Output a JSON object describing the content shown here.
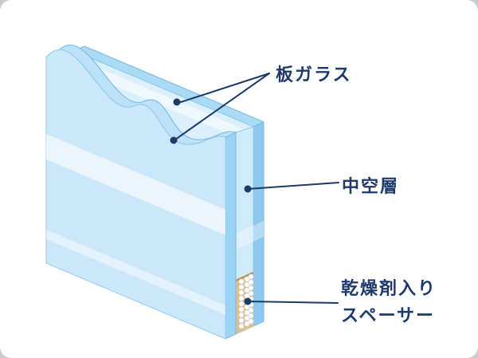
{
  "labels": {
    "glass": "板ガラス",
    "air_layer": "中空層",
    "spacer_line1": "乾燥剤入り",
    "spacer_line2": "スペーサー"
  },
  "colors": {
    "label_text": "#1d3a6b",
    "pointer": "#1d3a6b",
    "card": "#ffffff",
    "corner_background": "#c9ccce",
    "glass_face_front": "#cce7f9",
    "glass_face_back": "#dbeffc",
    "glass_edge_front": "#9bd3f2",
    "glass_edge_back": "#8cc9ee",
    "glass_top": "#abdaf4",
    "wave_band": "#bde2f7",
    "air_gap": "#cfeafa",
    "spacer": "#ddbf90",
    "spacer_edge": "#bb9257",
    "bead": "#ffffff"
  }
}
